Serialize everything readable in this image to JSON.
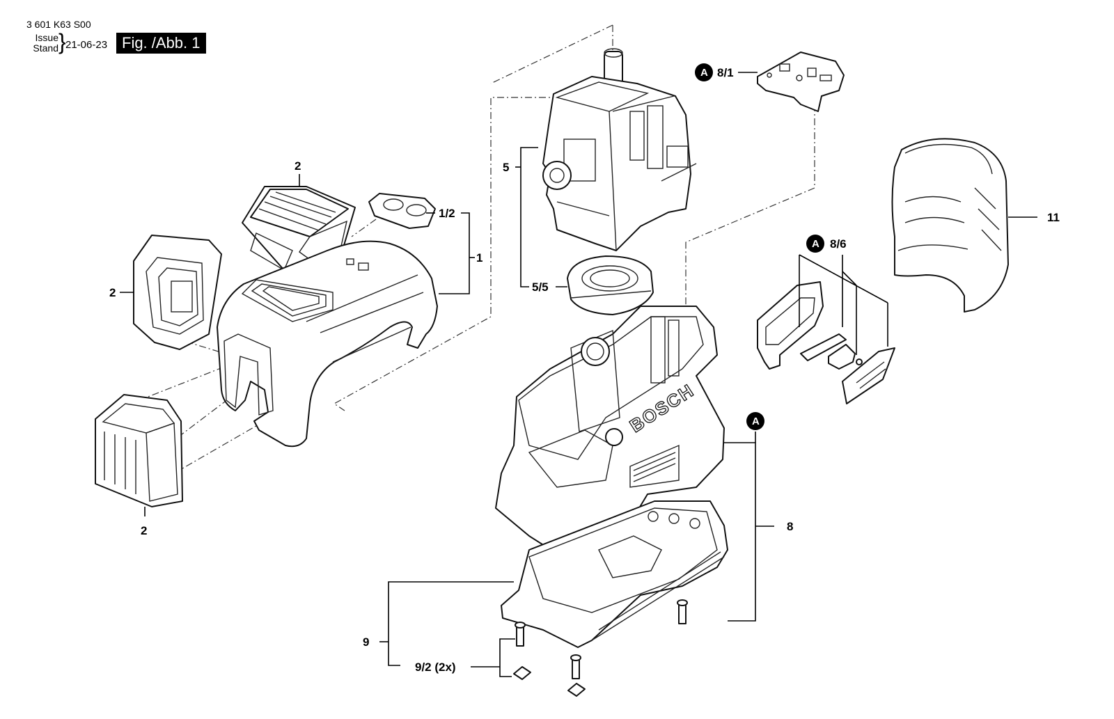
{
  "header": {
    "part_number": "3 601 K63 S00",
    "issue_label": "Issue",
    "stand_label": "Stand",
    "date": "21-06-23",
    "figure_label": "Fig. /Abb. 1"
  },
  "brand_mark": "BOSCH",
  "callouts": {
    "c1": "1",
    "c1_2": "1/2",
    "c2_top": "2",
    "c2_left": "2",
    "c2_bottom": "2",
    "c5": "5",
    "c5_5": "5/5",
    "c8": "8",
    "c8_1": "8/1",
    "c8_6": "8/6",
    "c9": "9",
    "c9_2": "9/2 (2x)",
    "c11": "11"
  },
  "badges": {
    "a_8_1": "A",
    "a_8_6": "A",
    "a_8": "A"
  }
}
